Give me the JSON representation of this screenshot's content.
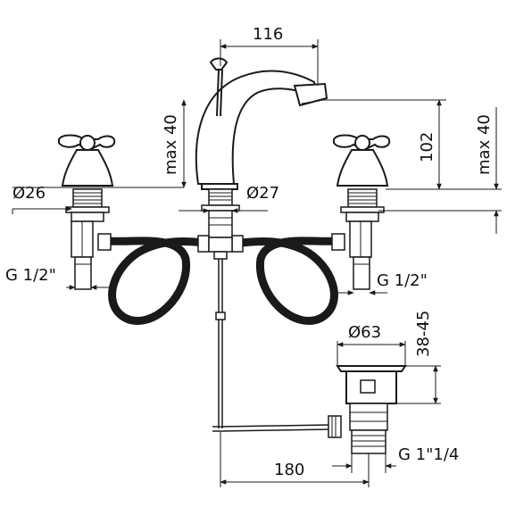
{
  "dimensions": {
    "spout_reach": "116",
    "max_left": "max 40",
    "max_right": "max 40",
    "spout_height": "102",
    "dia_left_handle": "Ø26",
    "dia_spout": "Ø27",
    "thread_left": "G 1/2\"",
    "thread_right": "G 1/2\"",
    "waste_dia": "Ø63",
    "waste_range": "38-45",
    "waste_thread": "G 1\"1/4",
    "center_distance": "180"
  },
  "colors": {
    "line": "#1a1a1a",
    "background": "#ffffff"
  }
}
